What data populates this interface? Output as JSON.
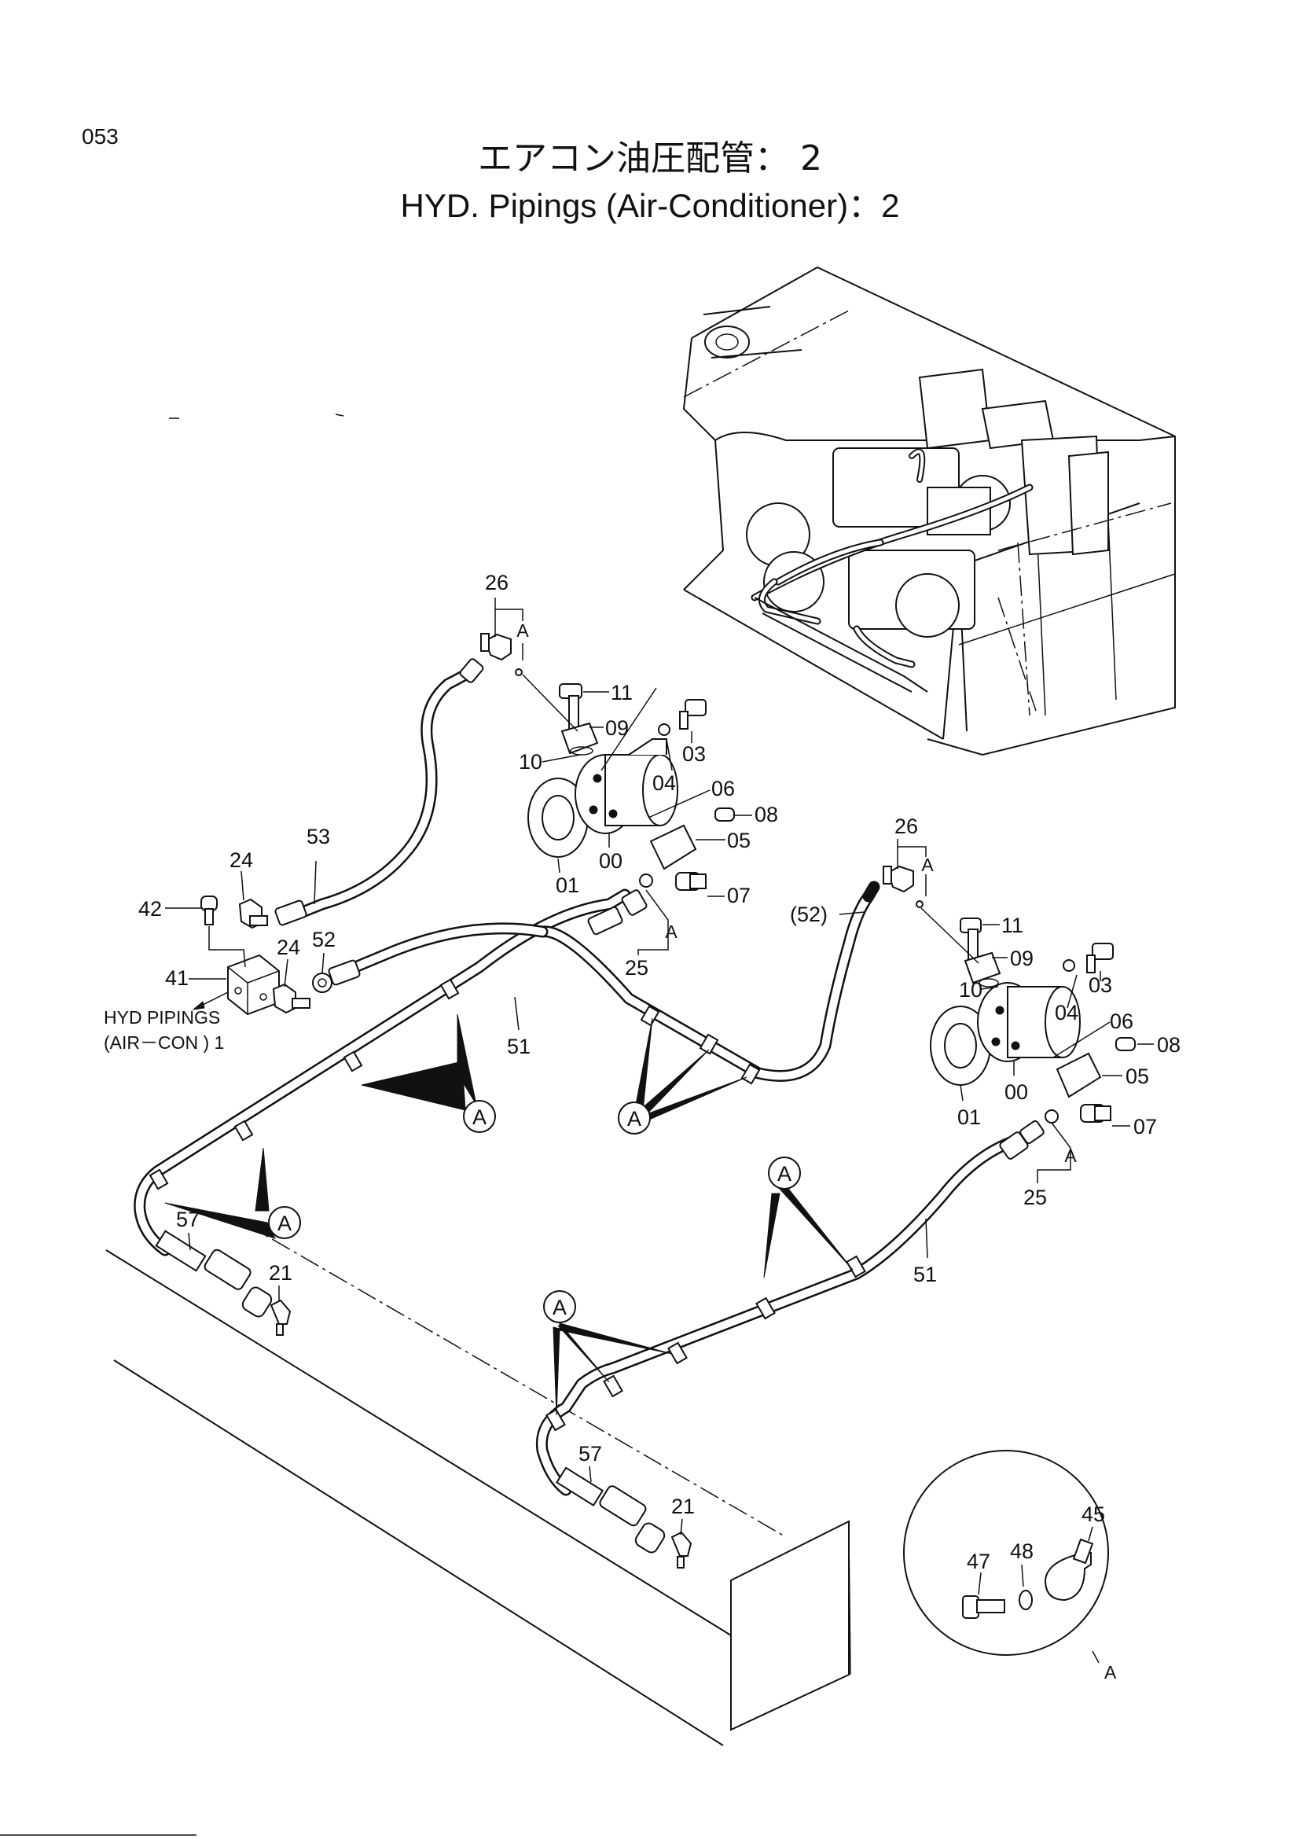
{
  "page_number": "053",
  "title_japanese": "エアコン油圧配管： 2",
  "title_english": "HYD. Pipings (Air-Conditioner)：2",
  "reference_note": {
    "line1": "HYD PIPINGS",
    "line2": "(AIR－CON ) 1"
  },
  "part_labels": {
    "p00": "00",
    "p01": "01",
    "p03": "03",
    "p04": "04",
    "p05": "05",
    "p06": "06",
    "p07": "07",
    "p08": "08",
    "p09": "09",
    "p10": "10",
    "p11": "11",
    "p21": "21",
    "p24": "24",
    "p25": "25",
    "p26": "26",
    "p41": "41",
    "p42": "42",
    "p45": "45",
    "p47": "47",
    "p48": "48",
    "p51": "51",
    "p52": "52",
    "p52_ref": "(52)",
    "p53": "53",
    "p57": "57"
  },
  "detail_marker": "A"
}
